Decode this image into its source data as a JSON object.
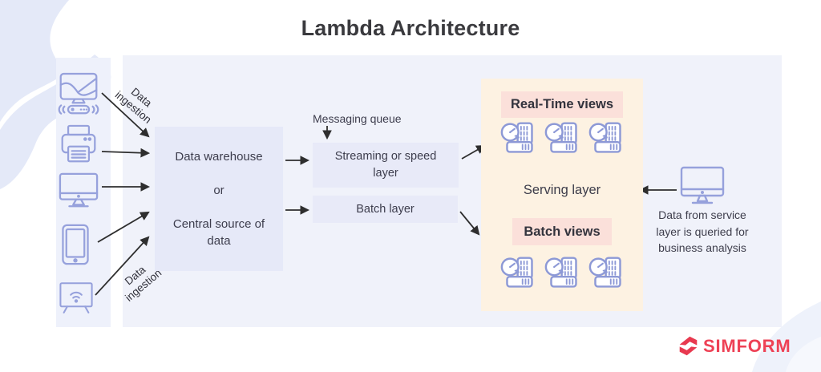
{
  "title": "Lambda Architecture",
  "ingestion": {
    "top": "Data\ningestion",
    "bottom": "Data\ningestion"
  },
  "central_box": {
    "line1": "Data warehouse",
    "line2": "or",
    "line3": "Central source of data"
  },
  "messaging_queue_label": "Messaging queue",
  "streaming_box_label": "Streaming or speed layer",
  "batch_box_label": "Batch layer",
  "serving": {
    "realtime_views": "Real-Time views",
    "serving_layer": "Serving layer",
    "batch_views": "Batch views"
  },
  "analysis_caption": "Data from service layer is queried for business analysis",
  "brand": {
    "name": "SIMFORM"
  },
  "icons": {
    "sources": [
      "media-player-icon",
      "printer-icon",
      "desktop-monitor-icon",
      "tablet-icon",
      "smart-tv-icon"
    ],
    "views": "gauge-database-icon",
    "analysis": "desktop-monitor-icon",
    "brand": "simform-logo-icon"
  },
  "colors": {
    "panel": "#f0f2fa",
    "box_lavender": "#e6e9f8",
    "serving_cream": "#fdf2e2",
    "label_pink": "#fbe0da",
    "icon_stroke": "#8d99d6",
    "arrow": "#2e2e2e",
    "brand_red": "#ee4155"
  }
}
